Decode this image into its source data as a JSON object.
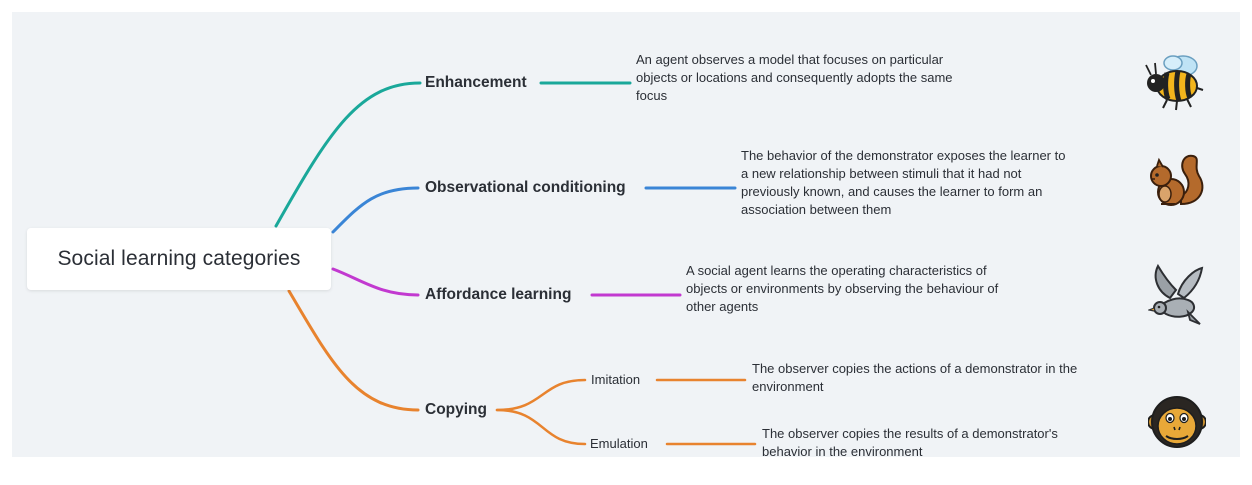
{
  "root": {
    "label": "Social learning categories"
  },
  "branches": [
    {
      "label": "Enhancement",
      "color": "#1aa89a",
      "description": [
        "An agent observes a model that focuses on particular",
        "objects or locations and consequently adopts the same",
        "focus"
      ],
      "icon": "bee-icon"
    },
    {
      "label": "Observational conditioning",
      "color": "#3a85d6",
      "description": [
        "The behavior of the demonstrator exposes the learner to",
        "a new relationship between stimuli that it had not",
        "previously known, and causes the learner to form an",
        "association between them"
      ],
      "icon": "squirrel-icon"
    },
    {
      "label": "Affordance learning",
      "color": "#c239d0",
      "description": [
        "A social agent learns the operating characteristics of",
        "objects or environments by observing the behaviour of",
        "other agents"
      ],
      "icon": "dove-icon"
    },
    {
      "label": "Copying",
      "color": "#e8832e",
      "icon": "monkey-icon",
      "children": [
        {
          "label": "Imitation",
          "description": [
            "The observer copies the actions of a demonstrator in the",
            "environment"
          ]
        },
        {
          "label": "Emulation",
          "description": [
            "The observer copies the results of a demonstrator's",
            "behavior in the environment"
          ]
        }
      ]
    }
  ]
}
